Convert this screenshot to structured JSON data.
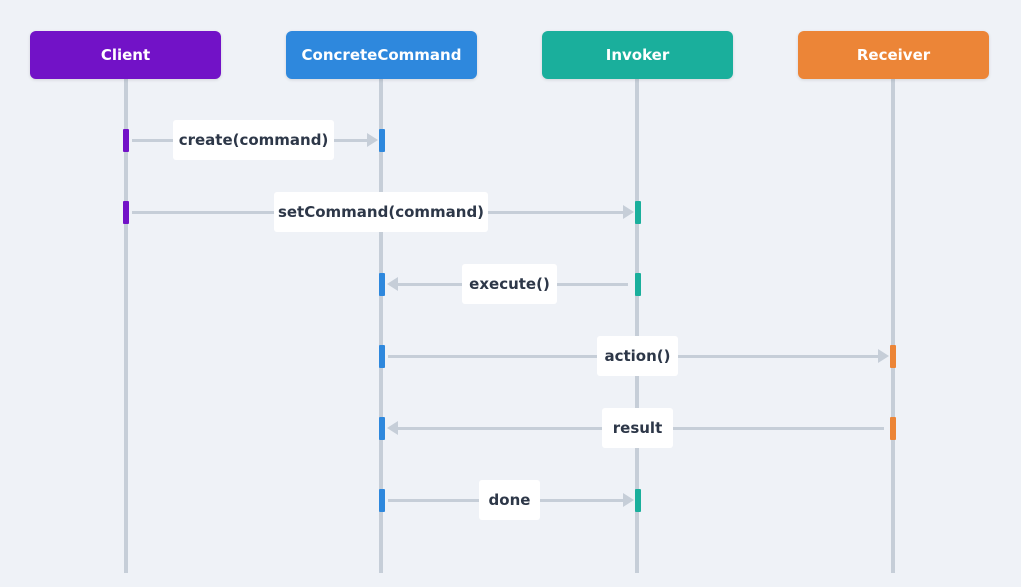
{
  "participants": [
    {
      "id": "client",
      "label": "Client",
      "color": "#7212c7"
    },
    {
      "id": "concretecommand",
      "label": "ConcreteCommand",
      "color": "#2e88dd"
    },
    {
      "id": "invoker",
      "label": "Invoker",
      "color": "#1aaf9c"
    },
    {
      "id": "receiver",
      "label": "Receiver",
      "color": "#ec8537"
    }
  ],
  "messages": [
    {
      "id": "create-command",
      "label": "create(command)",
      "from": 0,
      "to": 1
    },
    {
      "id": "set-command",
      "label": "setCommand(command)",
      "from": 0,
      "to": 2
    },
    {
      "id": "execute",
      "label": "execute()",
      "from": 2,
      "to": 1
    },
    {
      "id": "action",
      "label": "action()",
      "from": 1,
      "to": 3
    },
    {
      "id": "result",
      "label": "result",
      "from": 3,
      "to": 1
    },
    {
      "id": "done",
      "label": "done",
      "from": 1,
      "to": 2
    }
  ],
  "colors": {
    "background": "#eff2f7",
    "lifeline": "#c6ced8",
    "arrow": "#c6ced8",
    "label_text": "#2d3748",
    "label_background": "#ffffff"
  }
}
